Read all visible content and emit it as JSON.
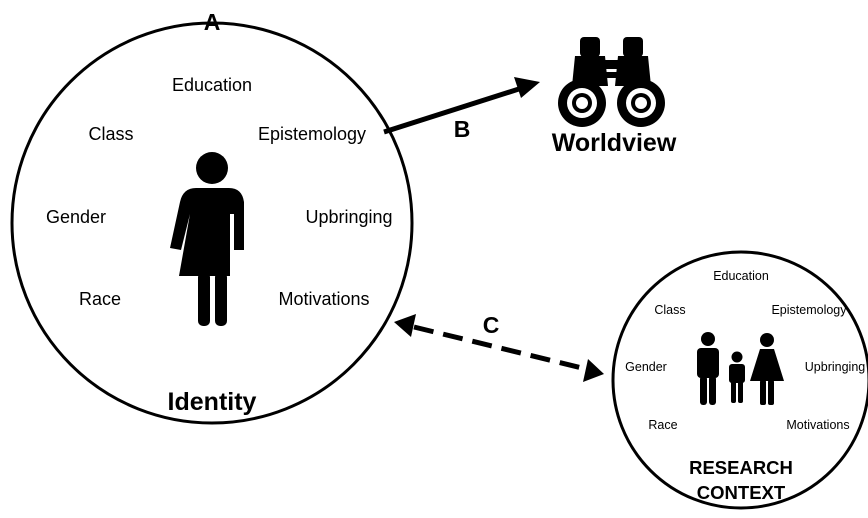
{
  "labels": {
    "a": "A",
    "b": "B",
    "c": "C"
  },
  "identity": {
    "title": "Identity",
    "attributes": {
      "education": "Education",
      "class": "Class",
      "epistemology": "Epistemology",
      "gender": "Gender",
      "upbringing": "Upbringing",
      "race": "Race",
      "motivations": "Motivations"
    }
  },
  "worldview": {
    "title": "Worldview"
  },
  "research_context": {
    "title_line1": "RESEARCH",
    "title_line2": "CONTEXT",
    "attributes": {
      "education": "Education",
      "class": "Class",
      "epistemology": "Epistemology",
      "gender": "Gender",
      "upbringing": "Upbringing",
      "race": "Race",
      "motivations": "Motivations"
    }
  },
  "colors": {
    "ink": "#000000",
    "background": "#ffffff"
  },
  "icons": [
    "person-icon",
    "binoculars-icon",
    "family-icon"
  ]
}
